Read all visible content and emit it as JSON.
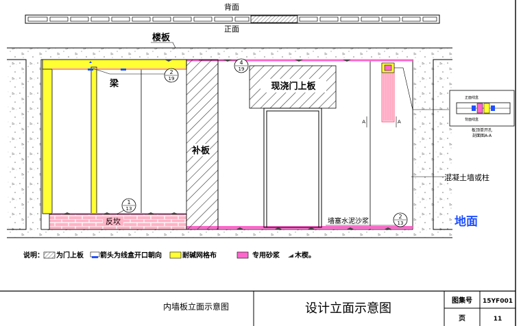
{
  "strip": {
    "back": "背面",
    "front": "正面"
  },
  "labels": {
    "floor_slab": "楼板",
    "beam": "梁",
    "door_lintel": "现浇门上板",
    "patch_board": "补板",
    "concrete": "混凝土墙或柱",
    "ground": "地面",
    "brick_base": "反坎",
    "mortar": "墙塞水泥沙浆"
  },
  "callouts": [
    {
      "id": "c1",
      "num": "2",
      "den": "19"
    },
    {
      "id": "c2",
      "num": "4",
      "den": "19"
    },
    {
      "id": "c3",
      "num": "1",
      "den": "13"
    },
    {
      "id": "c4",
      "num": "2",
      "den": "13"
    }
  ],
  "detail": {
    "top": "正面线盒",
    "bottom": "背面线盒",
    "caption1": "板顶单开孔",
    "caption2": "剖面图A-A",
    "marker": "A"
  },
  "legend": {
    "title": "说明：",
    "item1": "为门上板",
    "item2": "箭头为线盒开口朝向",
    "item3": "耐碱网格布",
    "item4": "专用砂浆",
    "item5": "木楔。"
  },
  "title_block": {
    "subtitle": "内墙板立面示意图",
    "main_title": "设计立面示意图",
    "atlas_label": "图集号",
    "atlas_value": "15YF001",
    "page_label": "页",
    "page_value": "11"
  },
  "colors": {
    "yellow": "#ffff33",
    "pink": "#ff66cc",
    "brick": "#ffb3c6",
    "ground_text": "#1f4fff",
    "hatch": "#333333",
    "strip_hatch": "#555555"
  }
}
